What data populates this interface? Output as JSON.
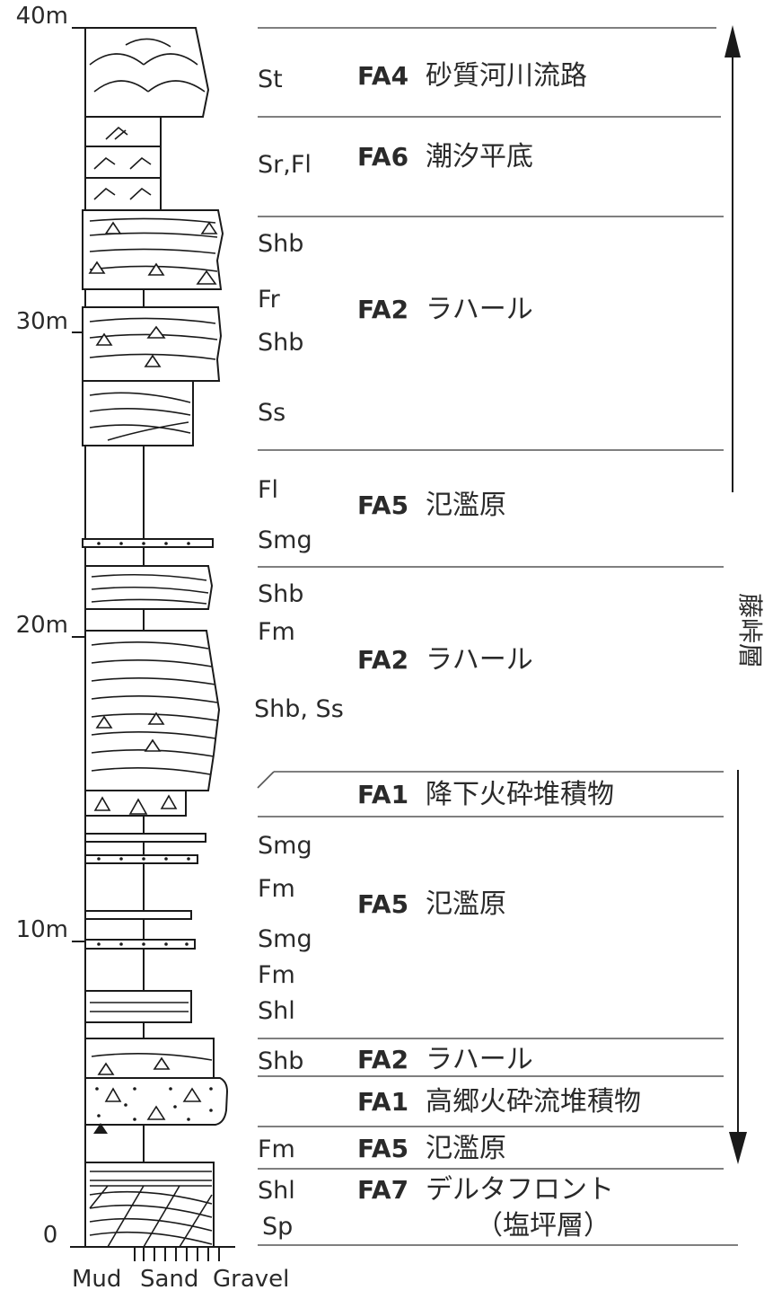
{
  "depth_labels": [
    "40m",
    "30m",
    "20m",
    "10m",
    "0"
  ],
  "grain_size_labels": {
    "mud": "Mud",
    "sand": "Sand",
    "gravel": "Gravel"
  },
  "facies_codes": [
    "St",
    "Sr,Fl",
    "Shb",
    "Fr",
    "Shb",
    "Ss",
    "Fl",
    "Smg",
    "Shb",
    "Fm",
    "Shb, Ss",
    "Smg",
    "Fm",
    "Smg",
    "Fm",
    "Shl",
    "Shb",
    "Fm",
    "Shl",
    "Sp"
  ],
  "facies_associations": [
    {
      "code": "FA4",
      "name": "砂質河川流路"
    },
    {
      "code": "FA6",
      "name": "潮汐平底"
    },
    {
      "code": "FA2",
      "name": "ラハール"
    },
    {
      "code": "FA5",
      "name": "氾濫原"
    },
    {
      "code": "FA2",
      "name": "ラハール"
    },
    {
      "code": "FA1",
      "name": "降下火砕堆積物"
    },
    {
      "code": "FA5",
      "name": "氾濫原"
    },
    {
      "code": "FA2",
      "name": "ラハール"
    },
    {
      "code": "FA1",
      "name": "高郷火砕流堆積物"
    },
    {
      "code": "FA5",
      "name": "氾濫原"
    },
    {
      "code": "FA7",
      "name": "デルタフロント"
    }
  ],
  "sub_label": "（塩坪層）",
  "formation_label": "藤峠層"
}
